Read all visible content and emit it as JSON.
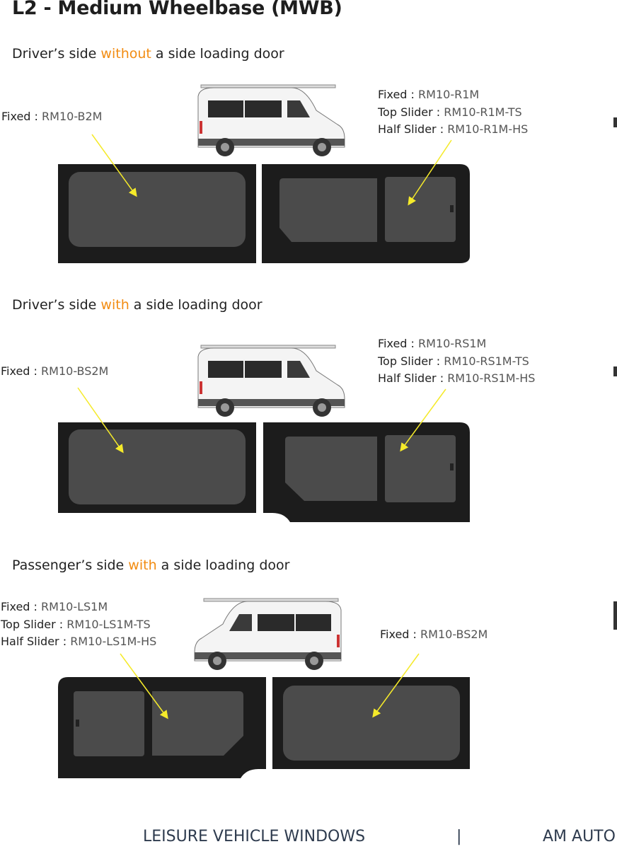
{
  "title": "L2 - Medium Wheelbase (MWB)",
  "sections": [
    {
      "pre": "Driver’s side ",
      "hl": "without",
      "post": " a side loading door",
      "left": [
        {
          "k": "Fixed : ",
          "v": "RM10-B2M"
        }
      ],
      "right": [
        {
          "k": "Fixed : ",
          "v": "RM10-R1M"
        },
        {
          "k": "Top Slider : ",
          "v": "RM10-R1M-TS"
        },
        {
          "k": "Half Slider : ",
          "v": "RM10-R1M-HS"
        }
      ]
    },
    {
      "pre": "Driver’s side ",
      "hl": "with",
      "post": " a side loading door",
      "left": [
        {
          "k": "Fixed : ",
          "v": " RM10-BS2M"
        }
      ],
      "right": [
        {
          "k": "Fixed : ",
          "v": "RM10-RS1M"
        },
        {
          "k": "Top Slider : ",
          "v": "RM10-RS1M-TS"
        },
        {
          "k": "Half Slider : ",
          "v": "RM10-RS1M-HS"
        }
      ]
    },
    {
      "pre": "Passenger’s side ",
      "hl": "with",
      "post": " a side loading door",
      "left": [
        {
          "k": "Fixed : ",
          "v": "RM10-LS1M"
        },
        {
          "k": "Top Slider : ",
          "v": "RM10-LS1M-TS"
        },
        {
          "k": "Half Slider : ",
          "v": "RM10-LS1M-HS"
        }
      ],
      "right": [
        {
          "k": "Fixed : ",
          "v": "RM10-BS2M"
        }
      ]
    }
  ],
  "footer": {
    "left": "LEISURE VEHICLE WINDOWS",
    "sep": "|",
    "right": "AM AUTO"
  },
  "colors": {
    "accent": "#f28c12",
    "arrow": "#f5ea2a",
    "frame": "#1c1c1c",
    "glass": "#4b4b4b"
  }
}
